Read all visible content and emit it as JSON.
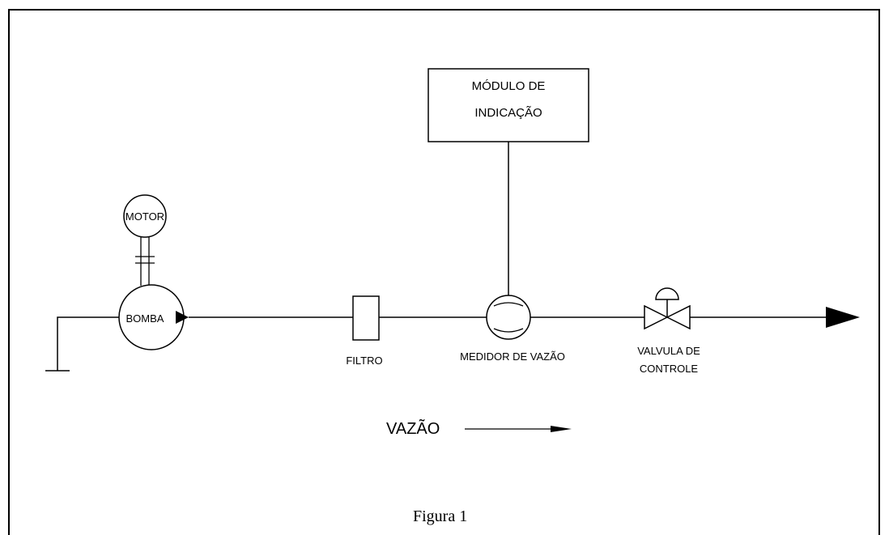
{
  "diagram": {
    "indication_module": {
      "line1": "MÓDULO DE",
      "line2": "INDICAÇÃO"
    },
    "motor_label": "MOTOR",
    "pump_label": "BOMBA",
    "filter_label": "FILTRO",
    "flowmeter_label": "MEDIDOR DE VAZÃO",
    "control_valve": {
      "line1": "VALVULA DE",
      "line2": "CONTROLE"
    },
    "flow_direction_label": "VAZÃO",
    "caption": "Figura 1",
    "colors": {
      "stroke": "#000000",
      "background": "#ffffff"
    }
  }
}
